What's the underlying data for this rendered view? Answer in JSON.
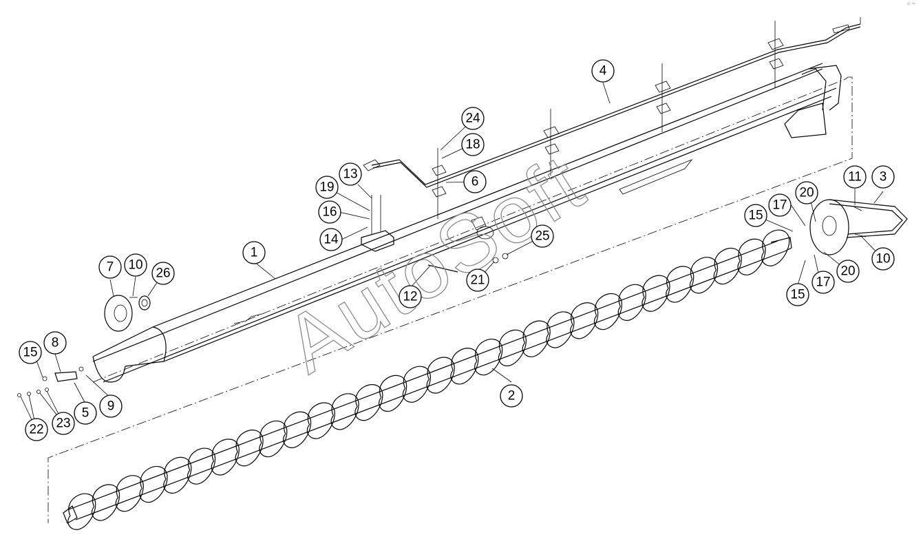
{
  "watermark": "AutoSoft",
  "corner_note": "© ™",
  "callouts": [
    {
      "label": "1"
    },
    {
      "label": "2"
    },
    {
      "label": "3"
    },
    {
      "label": "4"
    },
    {
      "label": "5"
    },
    {
      "label": "6"
    },
    {
      "label": "7"
    },
    {
      "label": "8"
    },
    {
      "label": "9"
    },
    {
      "label": "10"
    },
    {
      "label": "10"
    },
    {
      "label": "11"
    },
    {
      "label": "12"
    },
    {
      "label": "13"
    },
    {
      "label": "14"
    },
    {
      "label": "15"
    },
    {
      "label": "15"
    },
    {
      "label": "15"
    },
    {
      "label": "16"
    },
    {
      "label": "17"
    },
    {
      "label": "17"
    },
    {
      "label": "18"
    },
    {
      "label": "19"
    },
    {
      "label": "20"
    },
    {
      "label": "20"
    },
    {
      "label": "21"
    },
    {
      "label": "22"
    },
    {
      "label": "23"
    },
    {
      "label": "24"
    },
    {
      "label": "25"
    },
    {
      "label": "26"
    }
  ]
}
